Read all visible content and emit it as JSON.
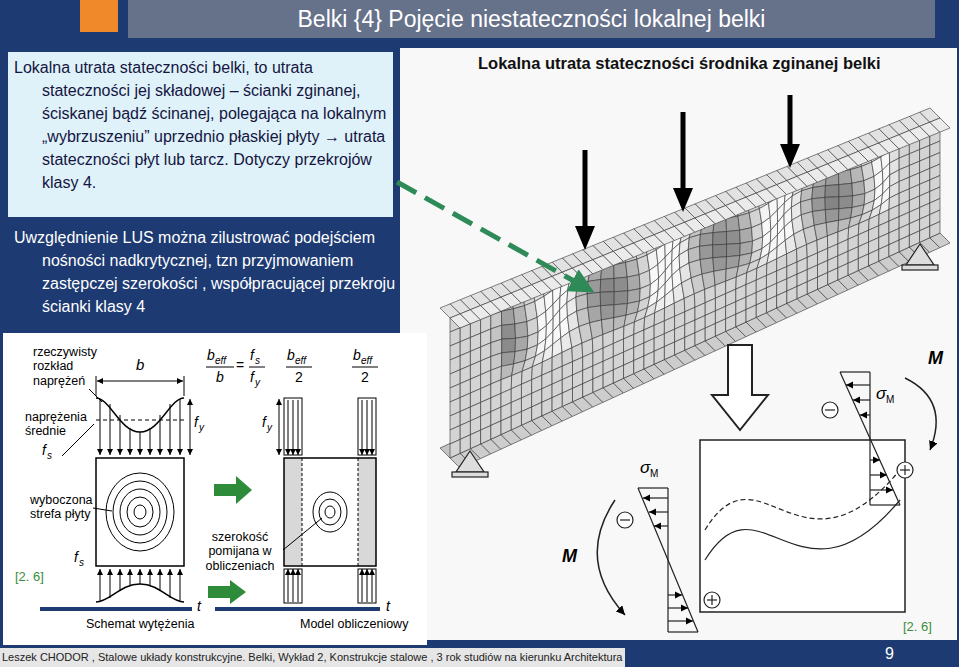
{
  "diagram": {
    "title": "Belki {4} Pojęcie niestateczności lokalnej belki",
    "nodes": [
      {
        "text": [
          "Lokalna utrata stateczności belki, to utrata stateczności jej składowej – ścianki zginanej, ściskanej bądź ścinanej, polegająca na lokalnym „wybrzuszeniu” uprzednio płaskiej płyty → utrata stateczności płyt lub tarcz. Dotyczy przekrojów klasy 4."
        ]
      },
      {
        "text": [
          "Lokalna utrata stateczności środnika zginanej belki"
        ]
      }
    ],
    "labels": [
      "Uwzględnienie LUS można zilustrować podejściem nośności nadkrytycznej, tzn przyjmowaniem zastępczej szerokości , współpracującej przekroju ścianki klasy 4",
      "rzeczywisty rozkład naprężeń",
      "b",
      "b",
      "eff",
      "f",
      "s",
      "b",
      "f",
      "y",
      "=",
      "b",
      "eff",
      "2",
      "b",
      "eff",
      "2",
      "naprężenia średnie",
      "f",
      "s",
      "f",
      "y",
      "f",
      "y",
      "wyboczona strefa płyty",
      "f",
      "s",
      "szerokość pomijana w obliczeniach",
      "t",
      "t",
      "Schemat wytężenia",
      "Model obliczeniowy",
      "[2. 6]",
      "σ",
      "M",
      "σ",
      "M",
      "M",
      "M",
      "[2. 6]",
      "Leszek CHODOR , Stalowe układy konstrukcyjne. Belki, Wykład 2, Konstrukcje stalowe , 3 rok studiów na kierunku Architektura",
      "9"
    ]
  }
}
